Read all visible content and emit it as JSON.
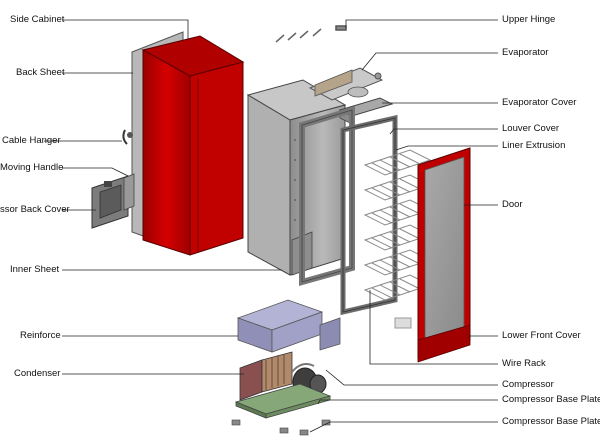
{
  "labels": {
    "side_cabinet": "Side Cabinet",
    "back_sheet": "Back Sheet",
    "cable_hanger": "Cable Hanger",
    "moving_handle": "Moving Handle",
    "compressor_back_cover": "ssor Back Cover",
    "inner_sheet": "Inner Sheet",
    "reinforce": "Reinforce",
    "condenser": "Condenser",
    "upper_hinge": "Upper Hinge",
    "evaporator": "Evaporator",
    "evaporator_cover": "Evaporator Cover",
    "louver_cover": "Louver Cover",
    "liner_extrusion": "Liner Extrusion",
    "door": "Door",
    "lower_front_cover": "Lower Front Cover",
    "wire_rack": "Wire Rack",
    "compressor": "Compressor",
    "compressor_base_plate": "Compressor Base Plate",
    "compressor_base_plate_s": "Compressor Base Plate S"
  },
  "colors": {
    "cabinet_red": "#c00000",
    "cabinet_red_dark": "#8a0000",
    "metal_grey": "#a8a8a8",
    "metal_light": "#d0d0d0",
    "metal_dark": "#6e6e6e",
    "base_green": "#7a9a6a",
    "panel_purple": "#9b9bc4",
    "leader_line": "#222222"
  }
}
